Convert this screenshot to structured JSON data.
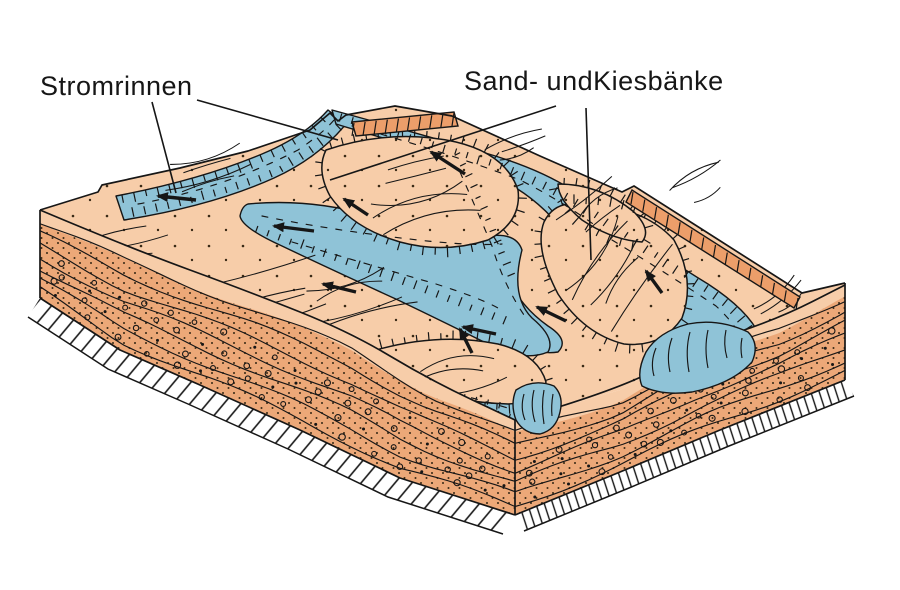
{
  "diagram": {
    "type": "geological-block-diagram",
    "subject": "braided river channels and bars on a sediment block",
    "labels": {
      "stromrinnen": {
        "text": "Stromrinnen"
      },
      "kiesbaenke": {
        "text": "Sand- undKiesbänke"
      }
    },
    "flow_arrow_count": 9,
    "leader_line_count": 4
  },
  "colors": {
    "background": "#FFFFFF",
    "water": "#8FC3D7",
    "sand_top": "#F7CDA9",
    "sediment_face": "#ECA878",
    "terrace_top": "#F5C69F",
    "terrace_scarp": "#EC9E6A",
    "stipple_dots": "#3A2A16",
    "ink": "#161616"
  }
}
